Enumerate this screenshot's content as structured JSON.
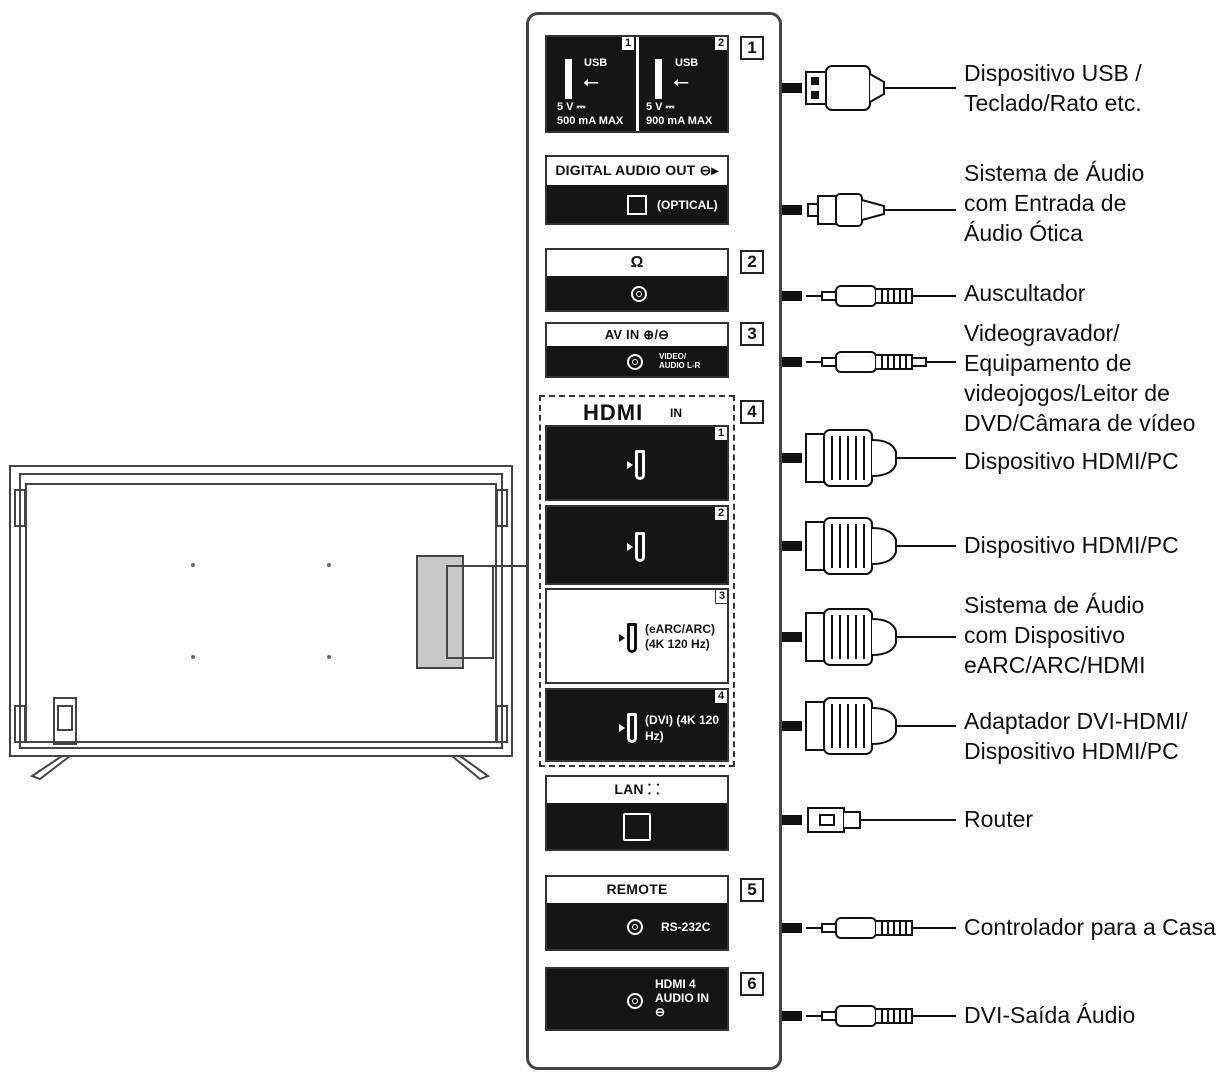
{
  "panel": {
    "usb": {
      "port1_num": "1",
      "port2_num": "2",
      "usb_text": "USB",
      "port1_power": "5 V ⎓",
      "port1_current": "500 mA MAX",
      "port2_power": "5 V ⎓",
      "port2_current": "900 mA MAX"
    },
    "digital_audio": {
      "title": "DIGITAL AUDIO OUT ⊖▸",
      "optical": "(OPTICAL)"
    },
    "headphone": {
      "symbol": "Ω"
    },
    "avin": {
      "title": "AV IN   ⊕/⊖",
      "label": "VIDEO/ AUDIO L-R"
    },
    "hdmi": {
      "logo": "HDMI",
      "in": "IN",
      "ports": [
        {
          "num": "1",
          "text": ""
        },
        {
          "num": "2",
          "text": ""
        },
        {
          "num": "3",
          "text": "(eARC/ARC) (4K 120 Hz)"
        },
        {
          "num": "4",
          "text": "(DVI) (4K 120 Hz)"
        }
      ]
    },
    "lan": {
      "title": "LAN ⸬"
    },
    "remote": {
      "title": "REMOTE",
      "label": "RS-232C"
    },
    "hdmi4audio": {
      "label": "HDMI 4 AUDIO IN ⊖"
    }
  },
  "numbers": [
    "1",
    "2",
    "3",
    "4",
    "5",
    "6"
  ],
  "labels": [
    {
      "lines": [
        "Dispositivo USB /",
        "Teclado/Rato etc."
      ]
    },
    {
      "lines": [
        "Sistema de Áudio",
        "com Entrada de",
        "Áudio Ótica"
      ]
    },
    {
      "lines": [
        "Auscultador"
      ]
    },
    {
      "lines": [
        "Videogravador/",
        "Equipamento de",
        "videojogos/Leitor de",
        "DVD/Câmara de vídeo"
      ]
    },
    {
      "lines": [
        "Dispositivo HDMI/PC"
      ]
    },
    {
      "lines": [
        "Dispositivo HDMI/PC"
      ]
    },
    {
      "lines": [
        "Sistema de Áudio",
        "com Dispositivo",
        "eARC/ARC/HDMI"
      ]
    },
    {
      "lines": [
        "Adaptador DVI-HDMI/",
        "Dispositivo HDMI/PC"
      ]
    },
    {
      "lines": [
        "Router"
      ]
    },
    {
      "lines": [
        "Controlador para a Casa"
      ]
    },
    {
      "lines": [
        "DVI-Saída Áudio"
      ]
    }
  ]
}
